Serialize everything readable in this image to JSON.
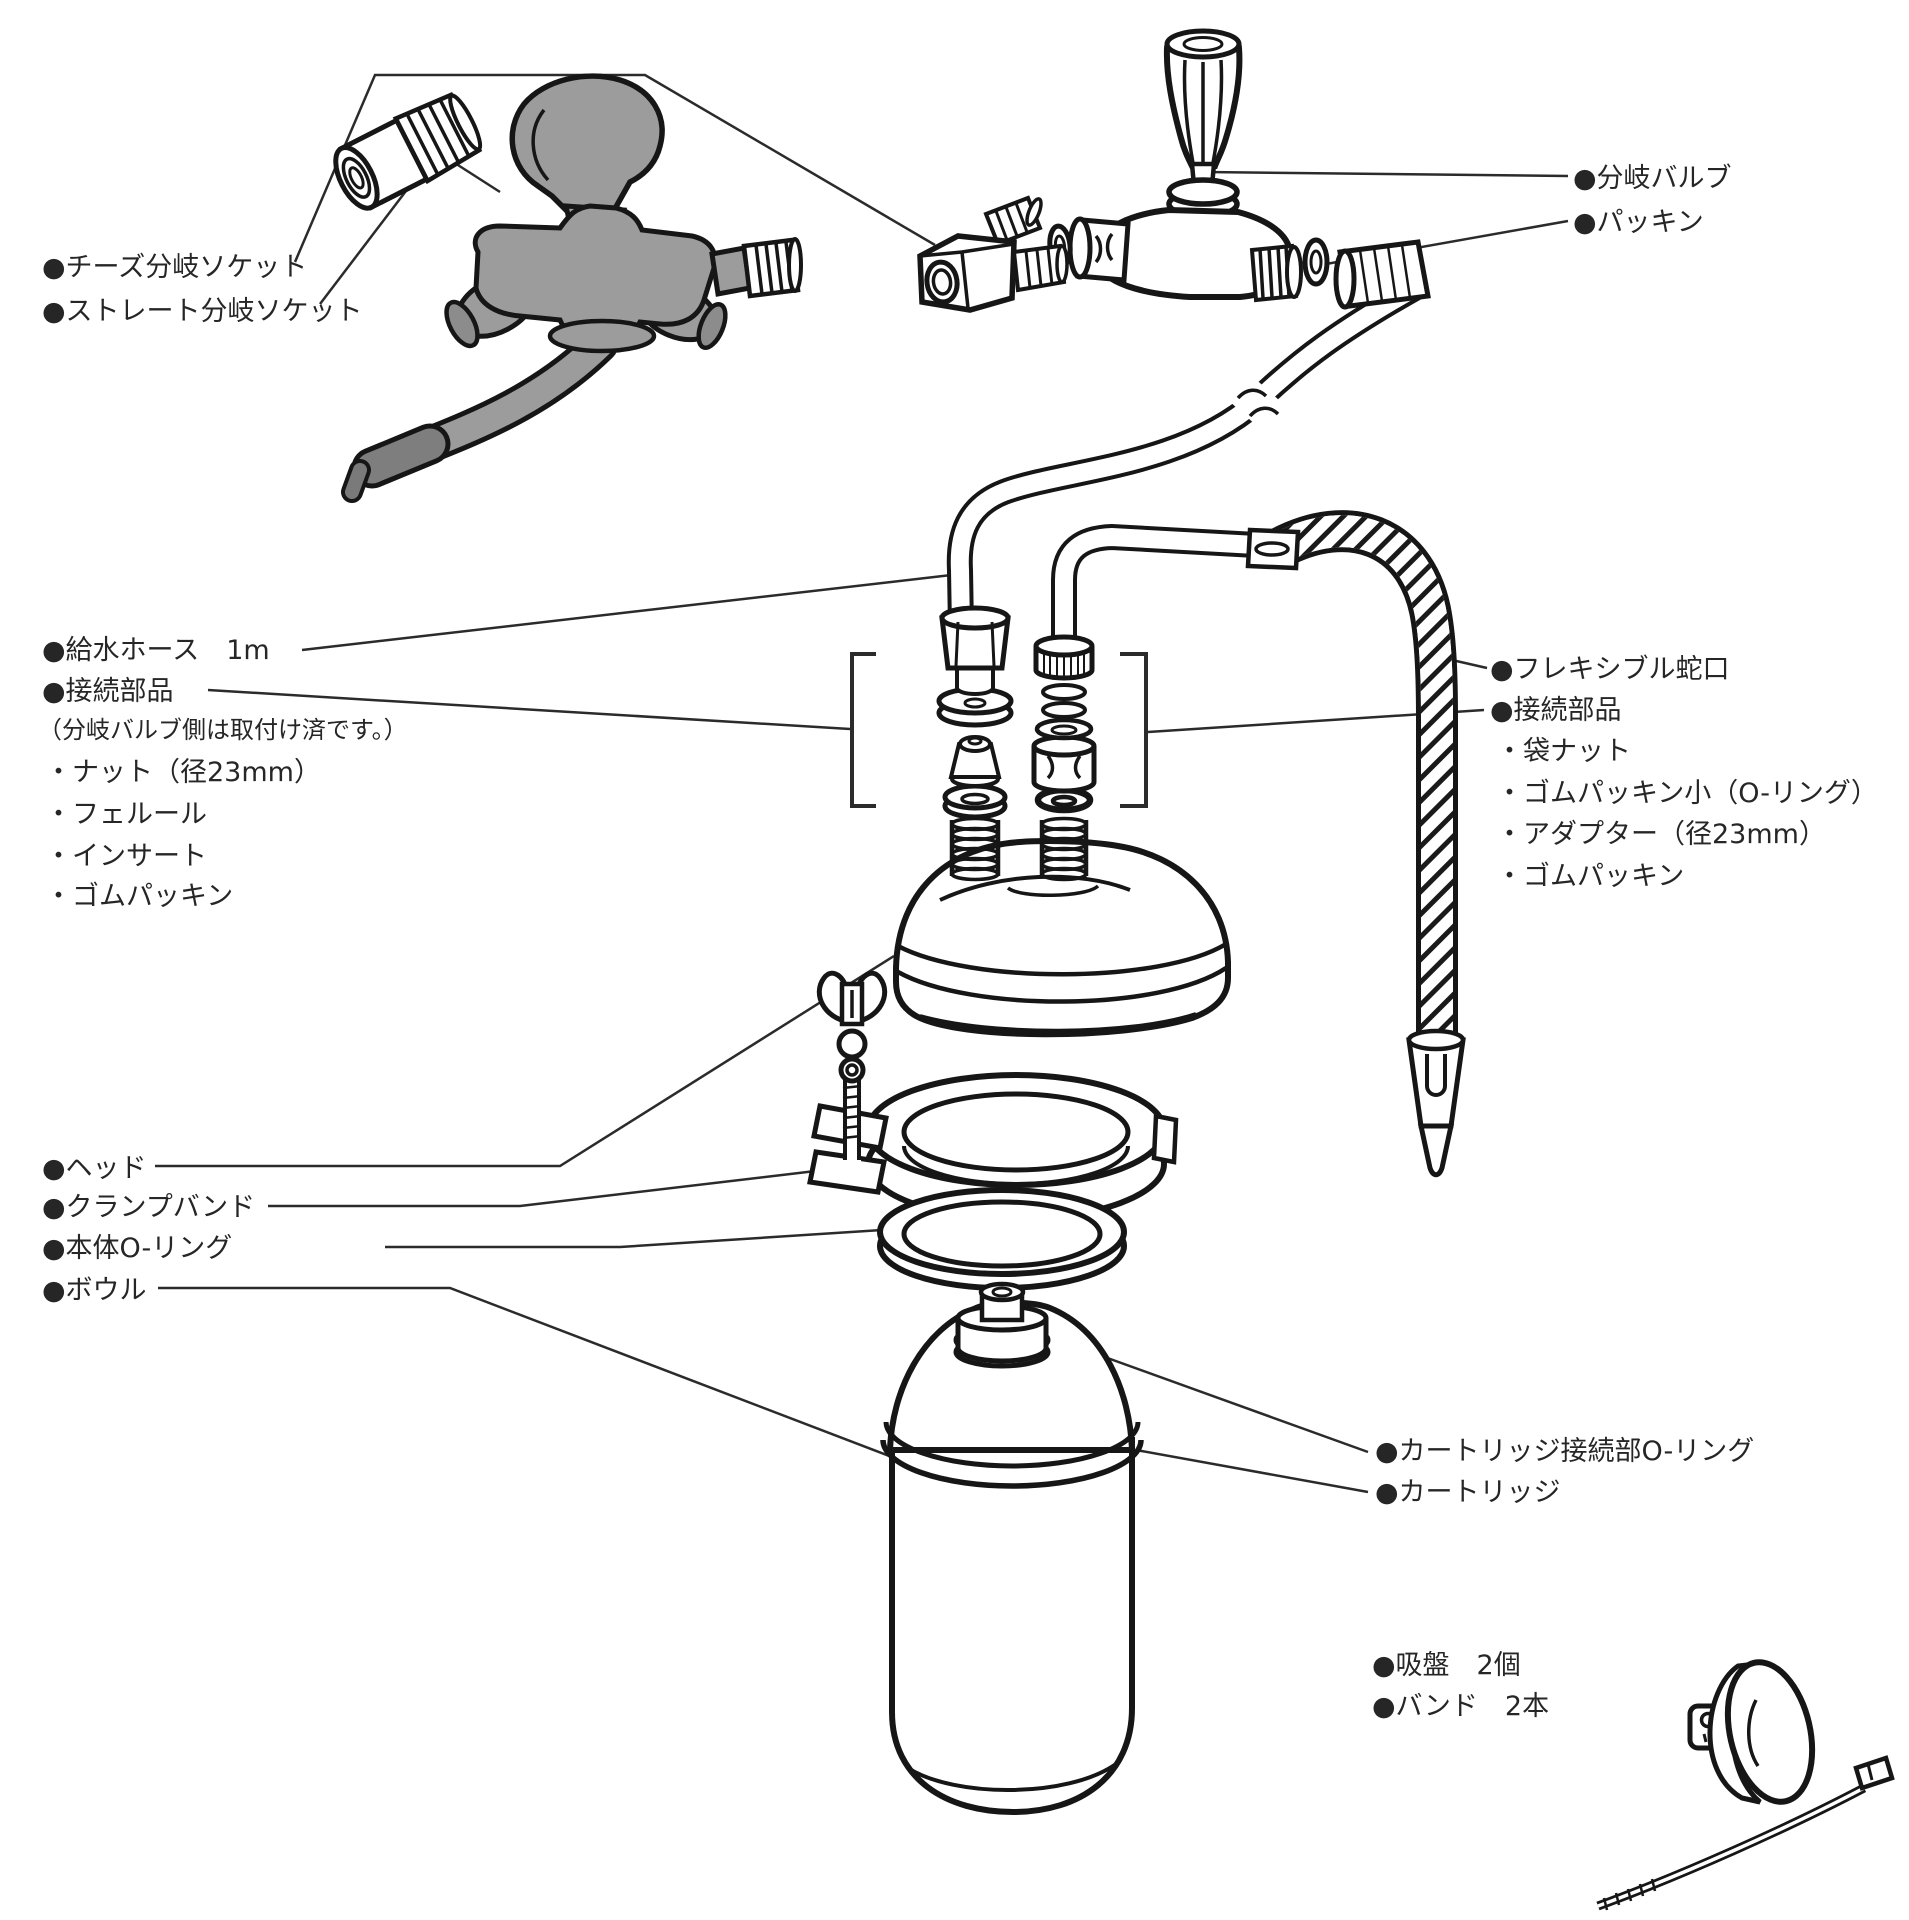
{
  "diagram": {
    "faucet_labels": {
      "tee_socket": "●チーズ分岐ソケット",
      "straight_socket": "●ストレート分岐ソケット"
    },
    "valve_labels": {
      "branch_valve": "●分岐バルブ",
      "packing": "●パッキン"
    },
    "hose_group": {
      "supply_hose": "●給水ホース　1m",
      "connection_parts": "●接続部品",
      "note": "（分岐バルブ側は取付け済です。）",
      "items": [
        "・ナット（径23mm）",
        "・フェルール",
        "・インサート",
        "・ゴムパッキン"
      ]
    },
    "spout_group": {
      "flexible_spout": "●フレキシブル蛇口",
      "connection_parts": "●接続部品",
      "items": [
        "・袋ナット",
        "・ゴムパッキン小（O-リング）",
        "・アダプター（径23mm）",
        "・ゴムパッキン"
      ]
    },
    "body_labels": {
      "head": "●ヘッド",
      "clamp_band": "●クランプバンド",
      "body_o_ring": "●本体O-リング",
      "bowl": "●ボウル"
    },
    "cartridge_labels": {
      "cartridge_o_ring": "●カートリッジ接続部O-リング",
      "cartridge": "●カートリッジ"
    },
    "accessory_labels": {
      "suction_cup": "●吸盤　2個",
      "band": "●バンド　2本"
    }
  },
  "colors": {
    "line": "#1a1a1a",
    "leader": "#2b2b2b",
    "faucet_gray": "#9c9c9c",
    "faucet_dark": "#7a7a7a",
    "background": "#ffffff"
  }
}
